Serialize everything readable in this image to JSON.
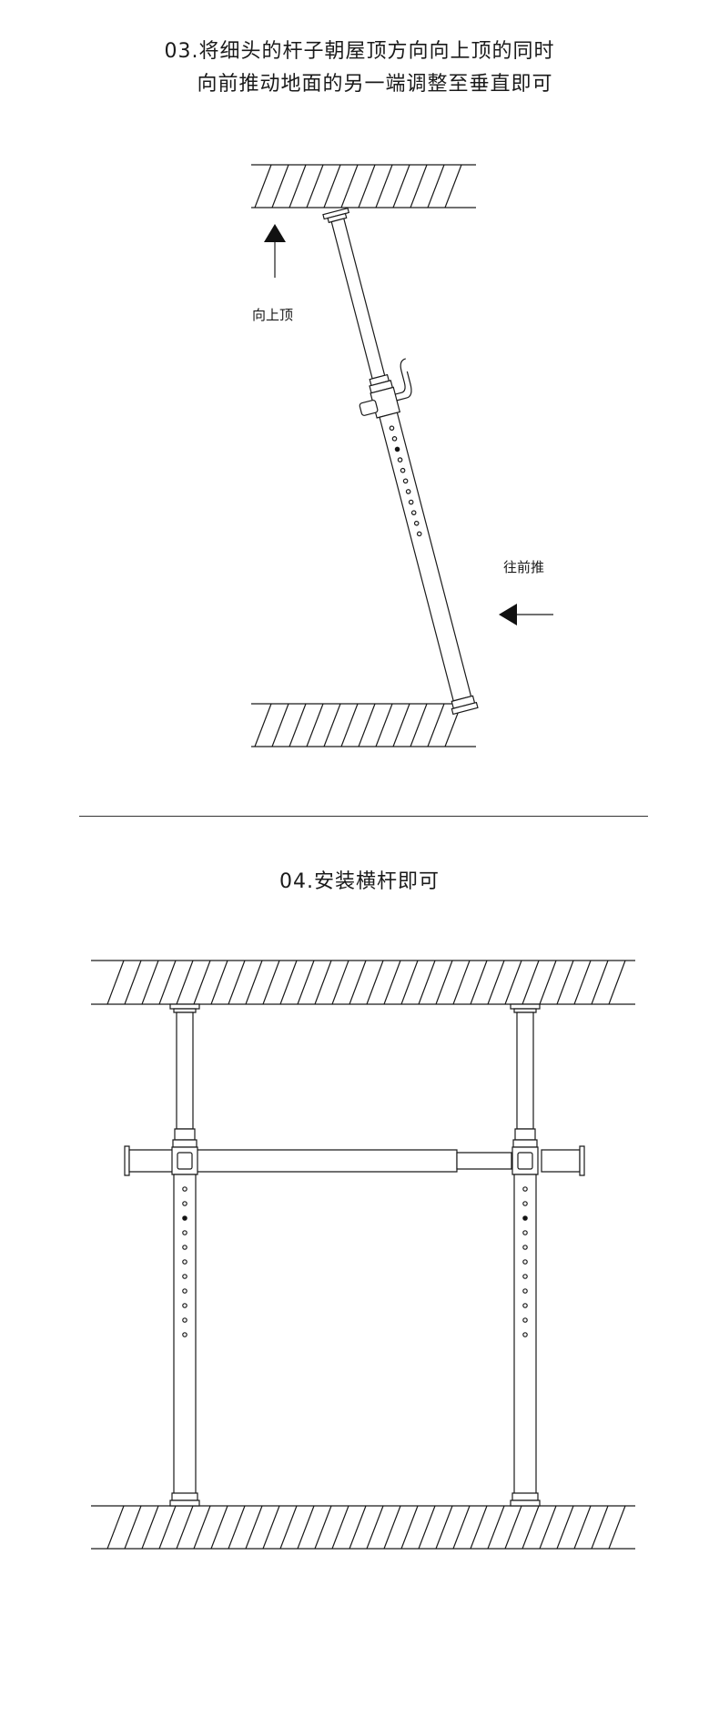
{
  "step3": {
    "title_line1": "03.将细头的杆子朝屋顶方向向上顶的同时",
    "title_line2": "向前推动地面的另一端调整至垂直即可",
    "label_push_up": "向上顶",
    "label_push_forward": "往前推"
  },
  "step4": {
    "title": "04.安装横杆即可"
  },
  "colors": {
    "line": "#1a1a1a",
    "background": "#ffffff"
  },
  "icons": [
    "up-arrow-icon",
    "left-arrow-icon"
  ]
}
